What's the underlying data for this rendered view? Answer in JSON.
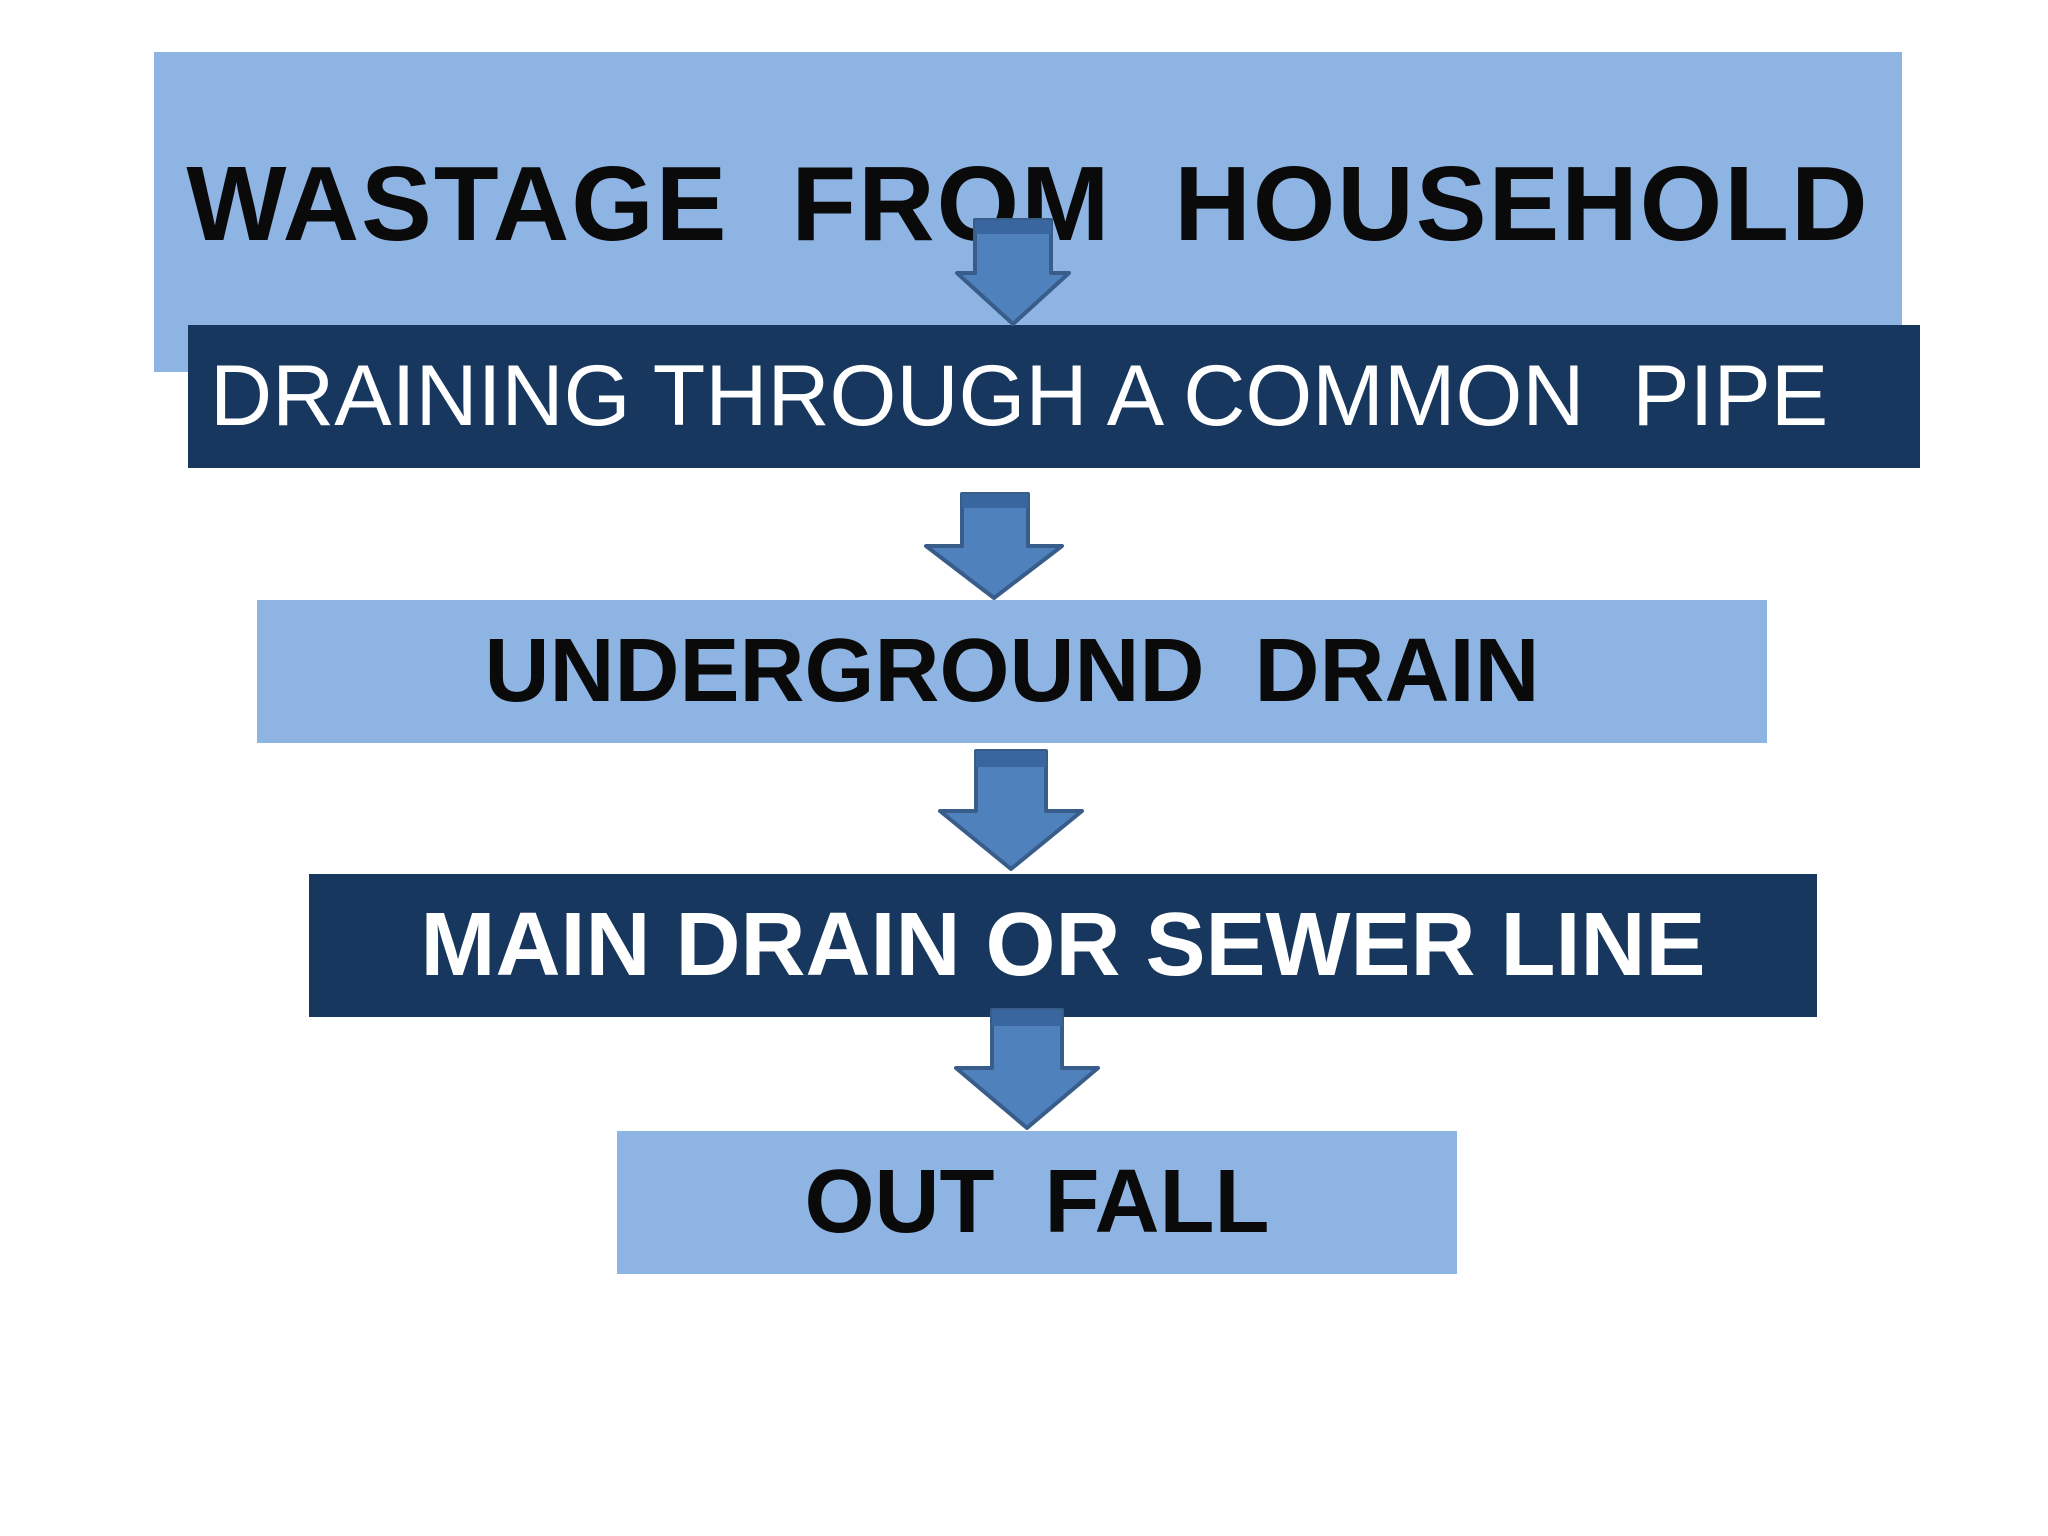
{
  "flowchart": {
    "steps": [
      {
        "label": "WASTAGE  FROM  HOUSEHOLD",
        "style": "light",
        "bold": true
      },
      {
        "label": "DRAINING THROUGH A COMMON  PIPE",
        "style": "dark",
        "bold": false
      },
      {
        "label": "UNDERGROUND  DRAIN",
        "style": "light",
        "bold": true
      },
      {
        "label": "MAIN DRAIN OR SEWER LINE",
        "style": "dark",
        "bold": true
      },
      {
        "label": "OUT  FALL",
        "style": "light",
        "bold": true
      }
    ],
    "colors": {
      "light_box": "#8eb4e3",
      "dark_box": "#17375e",
      "arrow_fill": "#4f81bd",
      "arrow_stroke": "#385d8a"
    }
  }
}
